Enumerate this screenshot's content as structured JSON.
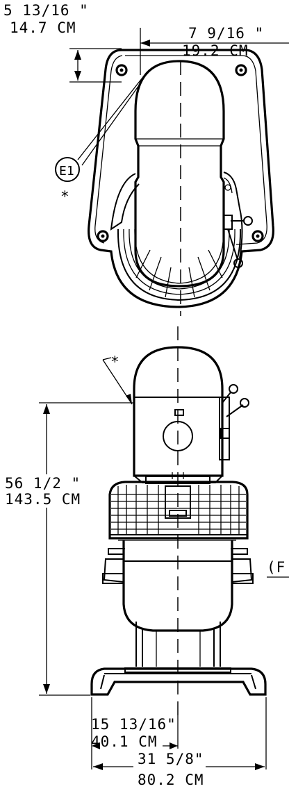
{
  "top_view": {
    "dim_depth_in": "5 13/16 \"",
    "dim_depth_cm": "14.7 CM",
    "dim_offset_in": "7 9/16 \"",
    "dim_offset_cm": "19.2 CM",
    "callout_label": "E1",
    "asterisk": "*"
  },
  "front_view": {
    "asterisk": "*",
    "dim_height_in": "56 1/2 \"",
    "dim_height_cm": "143.5 CM",
    "dim_half_width_in": "15 13/16\"",
    "dim_half_width_cm": "40.1 CM",
    "dim_width_in": "31 5/8\"",
    "dim_width_cm": "80.2 CM",
    "side_fragment": "(F"
  }
}
